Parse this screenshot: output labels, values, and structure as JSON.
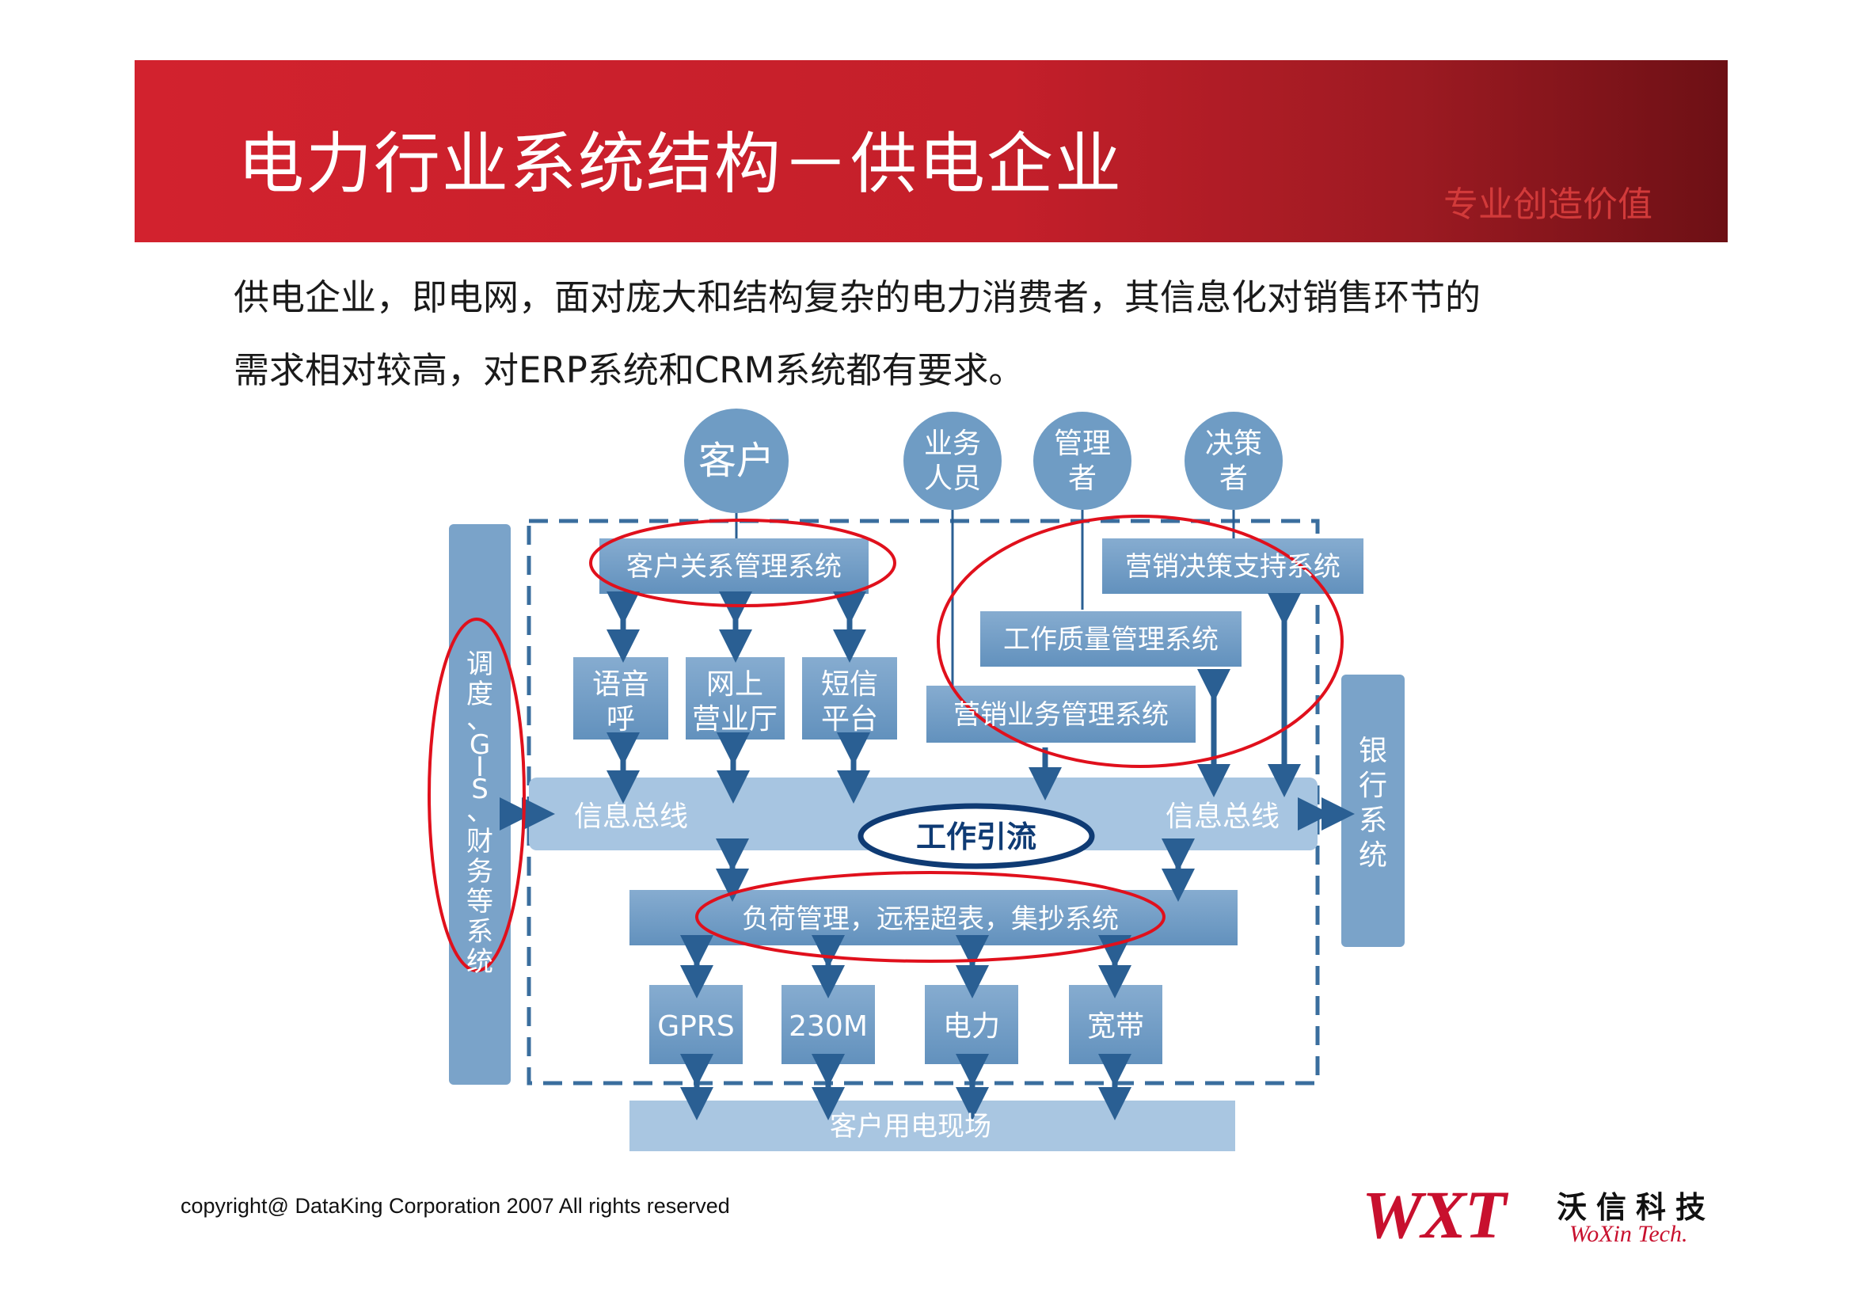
{
  "header": {
    "title": "电力行业系统结构－供电企业",
    "slogan": "专业创造价值"
  },
  "intro": {
    "line1": "供电企业，即电网，面对庞大和结构复杂的电力消费者，其信息化对销售环节的",
    "line2": "需求相对较高，对ERP系统和CRM系统都有要求。"
  },
  "diagram": {
    "actors": {
      "customer": "客户",
      "staff_line1": "业务",
      "staff_line2": "人员",
      "manager_line1": "管理",
      "manager_line2": "者",
      "decision_line1": "决策",
      "decision_line2": "者"
    },
    "left_side": [
      "调",
      "度",
      "、",
      "G",
      "I",
      "S",
      "、",
      "财",
      "务",
      "等",
      "系",
      "统"
    ],
    "right_side": [
      "银",
      "行",
      "系",
      "统"
    ],
    "crm": "客户关系管理系统",
    "channels": {
      "voice_line1": "语音",
      "voice_line2": "呼",
      "online_line1": "网上",
      "online_line2": "营业厅",
      "sms_line1": "短信",
      "sms_line2": "平台"
    },
    "marketing_decision": "营销决策支持系统",
    "quality_mgmt": "工作质量管理系统",
    "marketing_business": "营销业务管理系统",
    "bus_left": "信息总线",
    "bus_right": "信息总线",
    "workflow": "工作引流",
    "load_mgmt": "负荷管理，远程超表，集抄系统",
    "comm": {
      "gprs": "GPRS",
      "m230": "230M",
      "power": "电力",
      "broadband": "宽带"
    },
    "site": "客户用电现场"
  },
  "footer": {
    "copyright": "copyright@ DataKing Corporation 2007 All rights reserved",
    "logo_mark": "WXT",
    "logo_cn": "沃信科技",
    "logo_en": "WoXin Tech."
  },
  "colors": {
    "banner_red": "#d2222e",
    "diagram_blue": "#6f9cc4",
    "highlight_red": "#e0101c",
    "arrow_blue": "#2a5f93"
  }
}
